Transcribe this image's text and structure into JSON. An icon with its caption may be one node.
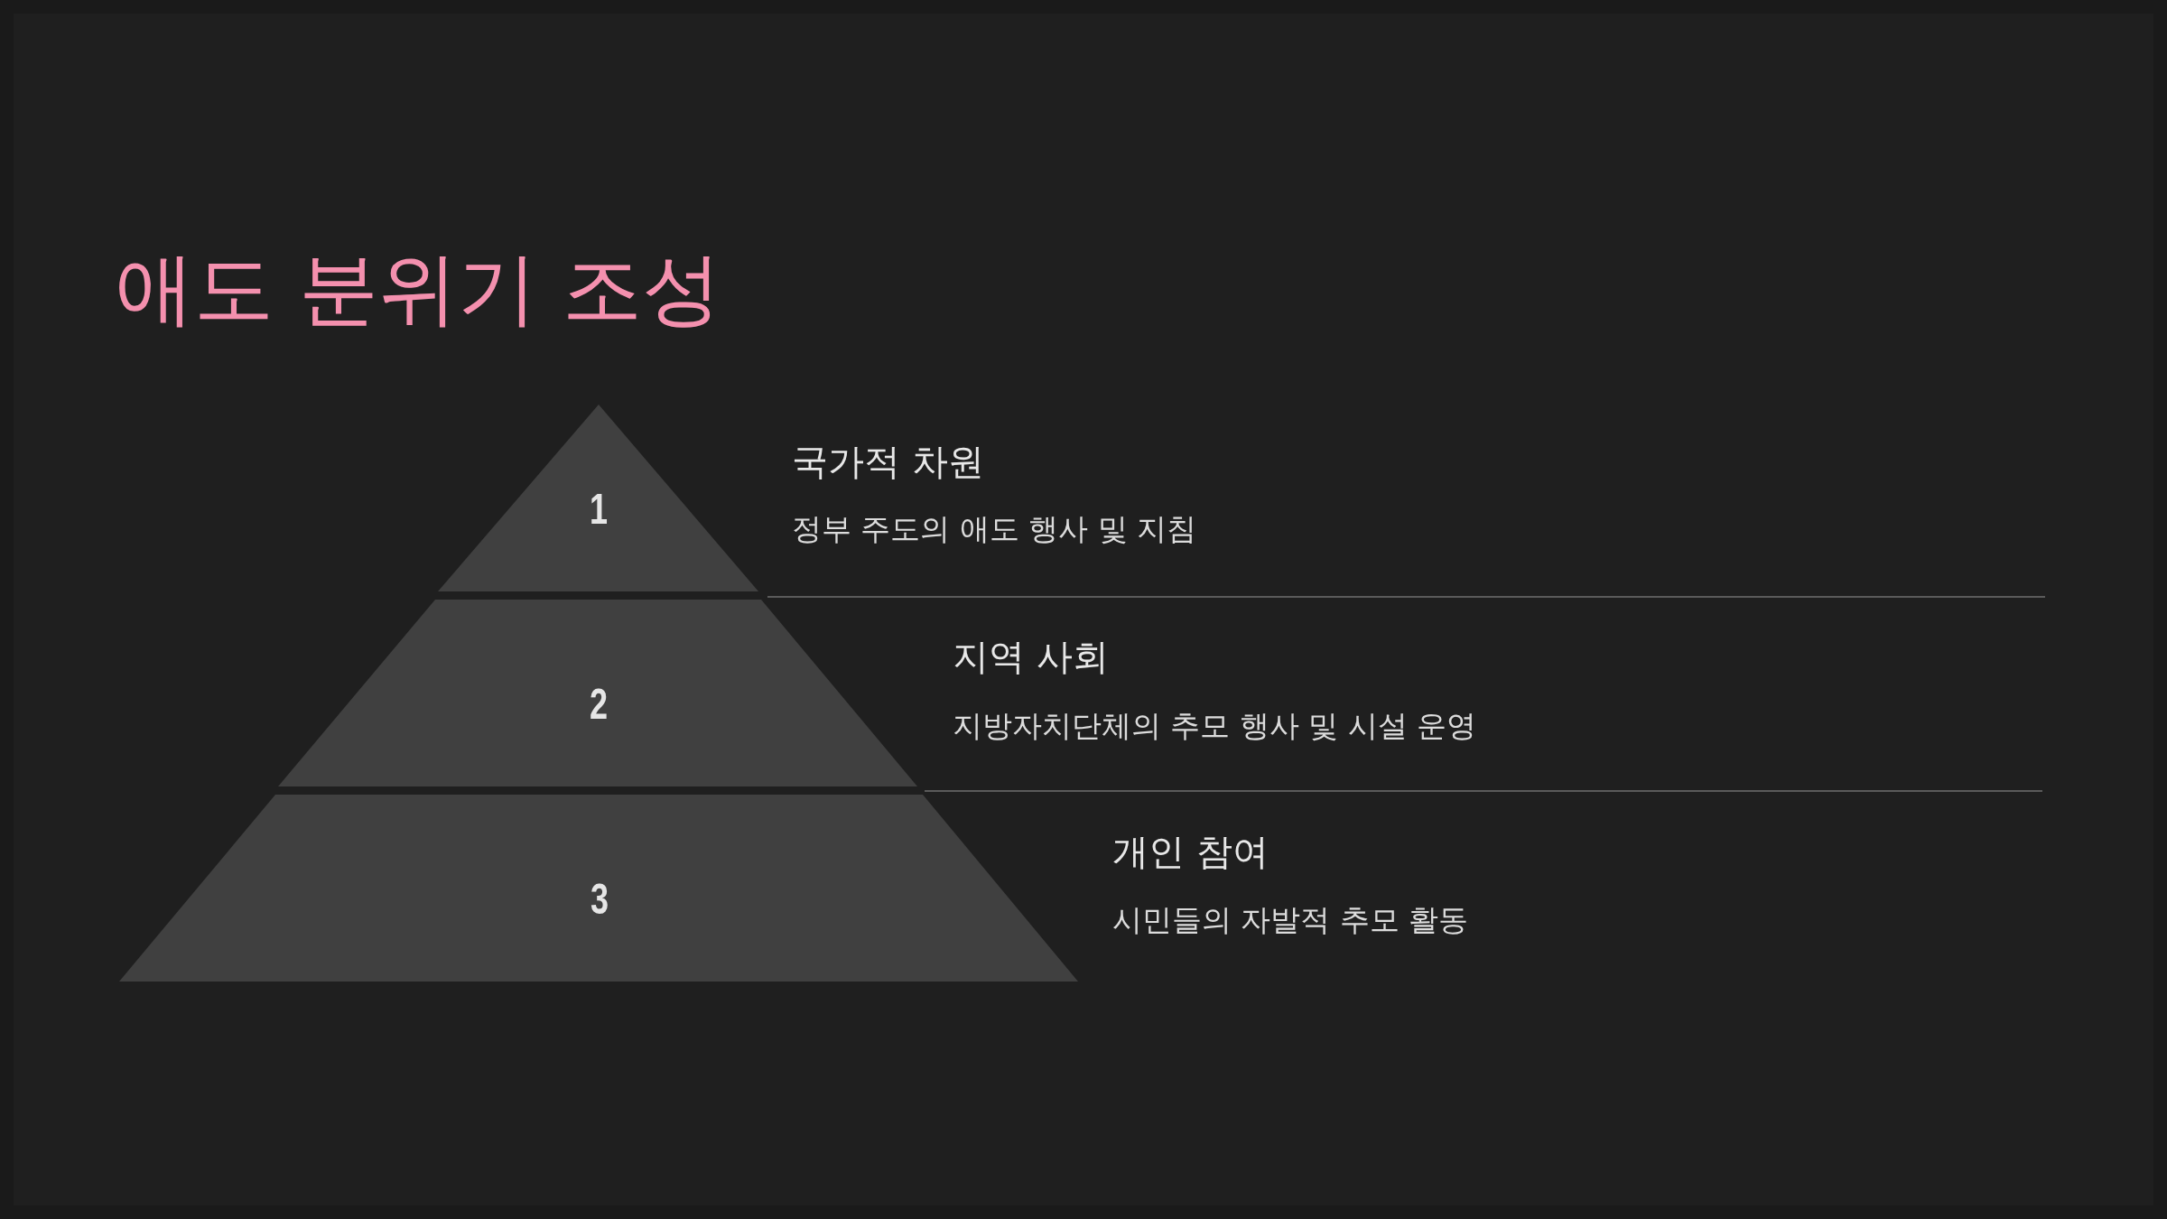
{
  "diagram": {
    "title": "애도 분위기 조성",
    "nodes": [
      {
        "text": [
          "1"
        ],
        "beside": [
          "국가적 차원",
          "정부 주도의 애도 행사 및 지침"
        ]
      },
      {
        "text": [
          "2"
        ],
        "beside": [
          "지역 사회",
          "지방자치단체의 추모 행사 및 시설 운영"
        ]
      },
      {
        "text": [
          "3"
        ],
        "beside": [
          "개인 참여",
          "시민들의 자발적 추모 활동"
        ]
      }
    ]
  }
}
